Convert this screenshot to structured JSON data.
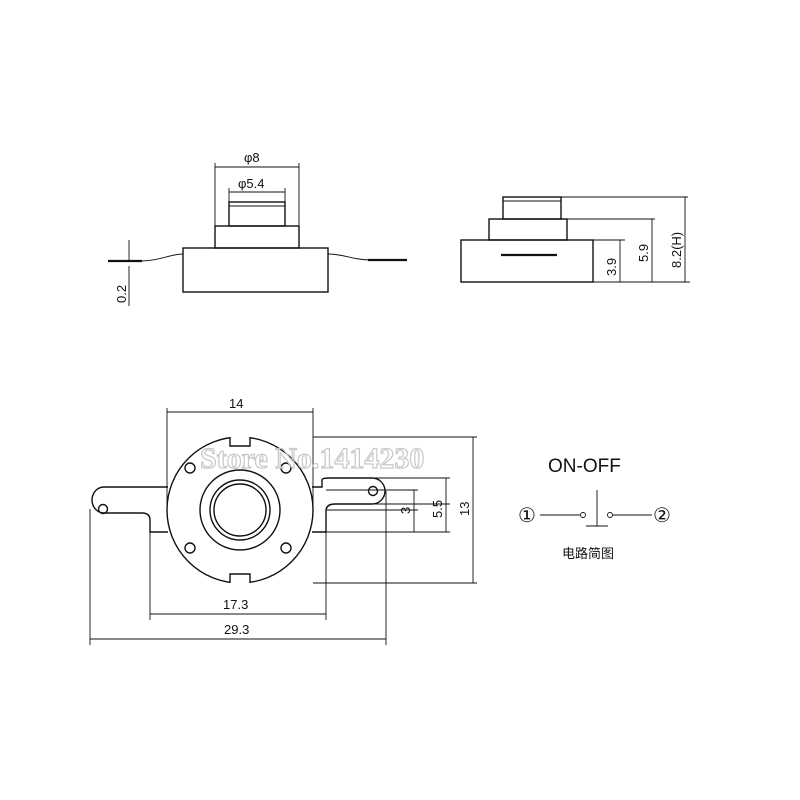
{
  "watermark": "Store No.1414230",
  "side_view": {
    "dia_outer": "φ8",
    "dia_inner": "φ5.4",
    "lead_thickness": "0.2"
  },
  "end_view": {
    "height_base": "3.9",
    "height_collar": "5.9",
    "height_total": "8.2(H)"
  },
  "top_view": {
    "width_body": "14",
    "width_ears": "17.3",
    "width_total": "29.3",
    "height_slot": "3",
    "height_ear": "5.5",
    "height_body": "13"
  },
  "circuit": {
    "title": "ON-OFF",
    "terminal_1": "①",
    "terminal_2": "②",
    "caption": "电路简图"
  }
}
